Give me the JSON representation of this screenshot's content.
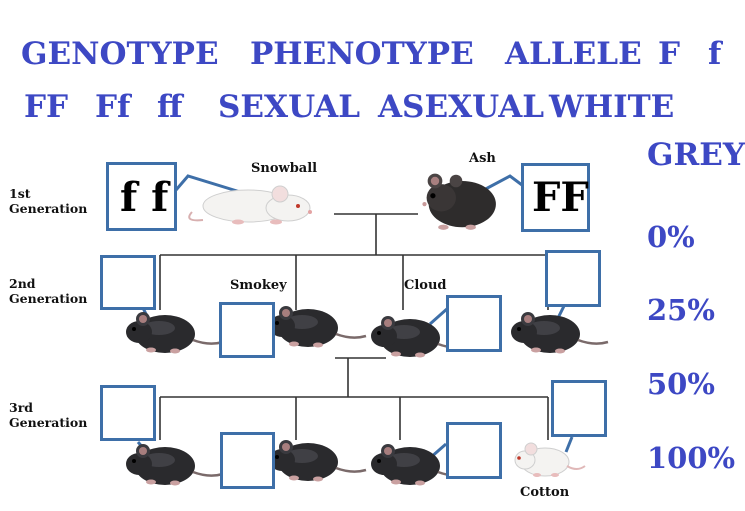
{
  "words": {
    "genotype": "GENOTYPE",
    "phenotype": "PHENOTYPE",
    "allele": "ALLELE",
    "f_upper": "F",
    "f_lower": "f",
    "ff_upper": "FF",
    "ff_mixed": "Ff",
    "ff_lower": "ff",
    "sexual": "SEXUAL",
    "asexual": "ASEXUAL",
    "white": "WHITE",
    "grey": "GREY"
  },
  "percentages": [
    "0%",
    "25%",
    "50%",
    "100%"
  ],
  "generations": {
    "first": "1st\nGeneration",
    "second": "2nd\nGeneration",
    "third": "3rd\nGeneration"
  },
  "mouse_names": {
    "snowball": "Snowball",
    "ash": "Ash",
    "smokey": "Smokey",
    "cloud": "Cloud",
    "cotton": "Cotton"
  },
  "genotypes": {
    "snowball": "f f",
    "ash": "FF"
  },
  "colors": {
    "text_blue": "#3d48c4",
    "box_border": "#3e6fa8",
    "line": "#333333",
    "white_mouse": "#f4f3f1",
    "grey_mouse": "#2a2a2d"
  },
  "icons": {
    "white_mouse": "white-mouse-icon",
    "dark_mouse": "dark-mouse-icon"
  }
}
